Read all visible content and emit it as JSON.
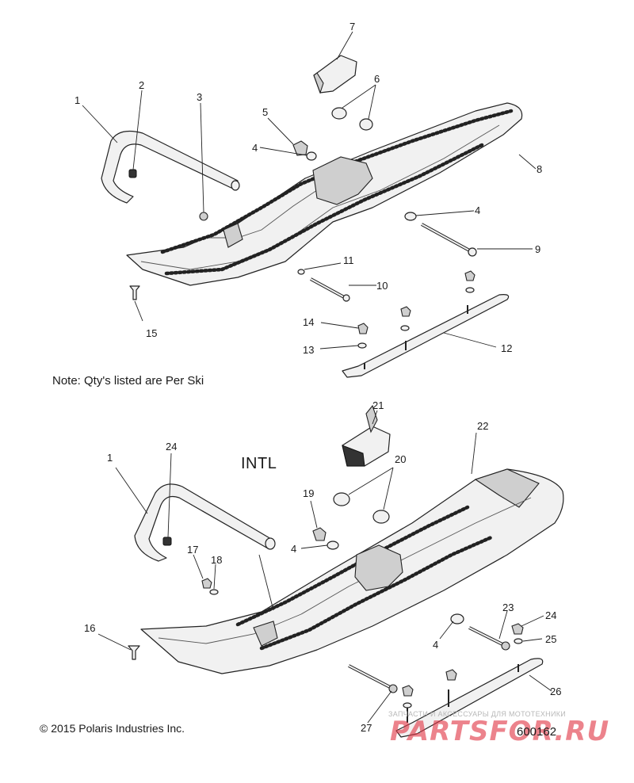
{
  "note": "Note: Qty's listed are Per Ski",
  "intl_label": "INTL",
  "copyright": "© 2015 Polaris Industries Inc.",
  "diagram_number": "600162",
  "watermark": {
    "brand": "PARTSFOR.RU",
    "subtitle": "ЗАПЧАСТИ И АКСЕССУАРЫ ДЛЯ МОТОТЕХНИКИ"
  },
  "callouts": {
    "c1": "1",
    "c2": "2",
    "c3": "3",
    "c4a": "4",
    "c4b": "4",
    "c5": "5",
    "c6": "6",
    "c7": "7",
    "c8": "8",
    "c9": "9",
    "c10": "10",
    "c11": "11",
    "c12": "12",
    "c13": "13",
    "c14": "14",
    "c15": "15",
    "c1b": "1",
    "c24a": "24",
    "c21": "21",
    "c22": "22",
    "c20": "20",
    "c19": "19",
    "c4c": "4",
    "c17": "17",
    "c18": "18",
    "c16": "16",
    "c4d": "4",
    "c23": "23",
    "c24b": "24",
    "c25": "25",
    "c26": "26",
    "c27": "27"
  }
}
